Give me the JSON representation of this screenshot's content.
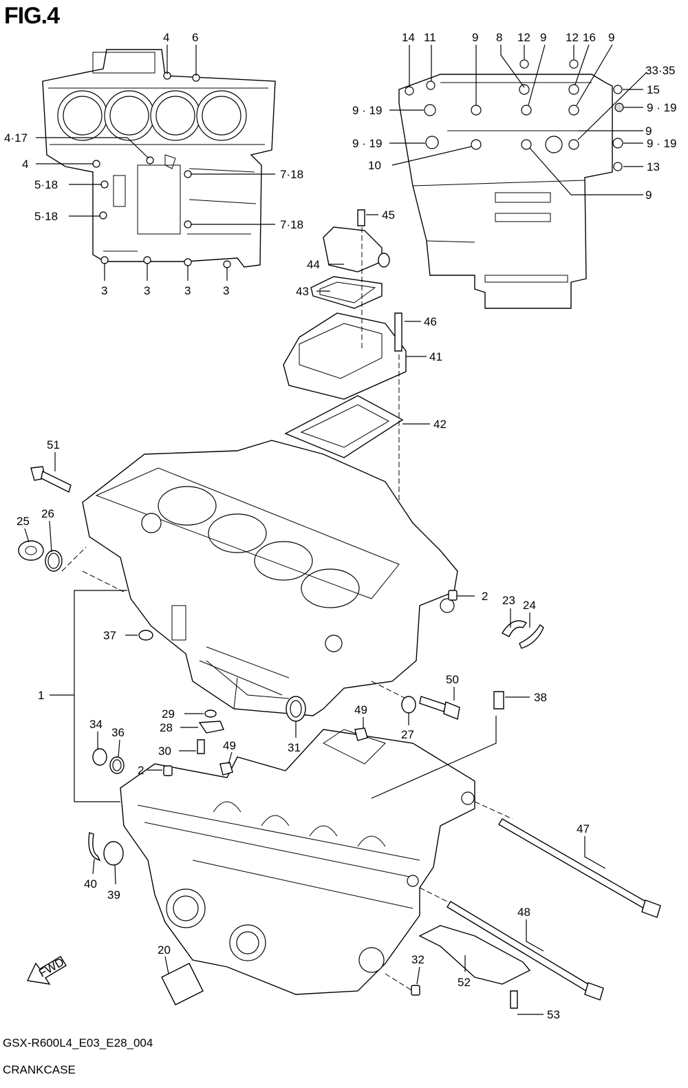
{
  "figure": {
    "title": "FIG.4",
    "code": "GSX-R600L4_E03_E28_004",
    "name": "CRANKCASE",
    "fwd_label": "FWD"
  },
  "callouts": [
    {
      "id": "c-4a",
      "text": "4"
    },
    {
      "id": "c-6",
      "text": "6"
    },
    {
      "id": "c-4-17",
      "text": "4·17"
    },
    {
      "id": "c-4b",
      "text": "4"
    },
    {
      "id": "c-5-18a",
      "text": "5·18"
    },
    {
      "id": "c-5-18b",
      "text": "5·18"
    },
    {
      "id": "c-7-18a",
      "text": "7·18"
    },
    {
      "id": "c-7-18b",
      "text": "7·18"
    },
    {
      "id": "c-3a",
      "text": "3"
    },
    {
      "id": "c-3b",
      "text": "3"
    },
    {
      "id": "c-3c",
      "text": "3"
    },
    {
      "id": "c-3d",
      "text": "3"
    },
    {
      "id": "c-14",
      "text": "14"
    },
    {
      "id": "c-11",
      "text": "11"
    },
    {
      "id": "c-9a",
      "text": "9"
    },
    {
      "id": "c-8",
      "text": "8"
    },
    {
      "id": "c-12a",
      "text": "12"
    },
    {
      "id": "c-9b",
      "text": "9"
    },
    {
      "id": "c-12b",
      "text": "12"
    },
    {
      "id": "c-16",
      "text": "16"
    },
    {
      "id": "c-9c",
      "text": "9"
    },
    {
      "id": "c-33-35",
      "text": "33·35"
    },
    {
      "id": "c-15",
      "text": "15"
    },
    {
      "id": "c-9-19a",
      "text": "9 · 19"
    },
    {
      "id": "c-9-19b",
      "text": "9 · 19"
    },
    {
      "id": "c-9-19c",
      "text": "9 · 19"
    },
    {
      "id": "c-9-19d",
      "text": "9 · 19"
    },
    {
      "id": "c-9d",
      "text": "9"
    },
    {
      "id": "c-10",
      "text": "10"
    },
    {
      "id": "c-13",
      "text": "13"
    },
    {
      "id": "c-9e",
      "text": "9"
    },
    {
      "id": "c-45",
      "text": "45"
    },
    {
      "id": "c-44",
      "text": "44"
    },
    {
      "id": "c-43",
      "text": "43"
    },
    {
      "id": "c-46",
      "text": "46"
    },
    {
      "id": "c-41",
      "text": "41"
    },
    {
      "id": "c-42",
      "text": "42"
    },
    {
      "id": "c-51",
      "text": "51"
    },
    {
      "id": "c-25",
      "text": "25"
    },
    {
      "id": "c-26",
      "text": "26"
    },
    {
      "id": "c-2a",
      "text": "2"
    },
    {
      "id": "c-23",
      "text": "23"
    },
    {
      "id": "c-24",
      "text": "24"
    },
    {
      "id": "c-37",
      "text": "37"
    },
    {
      "id": "c-50",
      "text": "50"
    },
    {
      "id": "c-38",
      "text": "38"
    },
    {
      "id": "c-1",
      "text": "1"
    },
    {
      "id": "c-29",
      "text": "29"
    },
    {
      "id": "c-28",
      "text": "28"
    },
    {
      "id": "c-49a",
      "text": "49"
    },
    {
      "id": "c-27",
      "text": "27"
    },
    {
      "id": "c-31",
      "text": "31"
    },
    {
      "id": "c-34",
      "text": "34"
    },
    {
      "id": "c-36",
      "text": "36"
    },
    {
      "id": "c-30",
      "text": "30"
    },
    {
      "id": "c-49b",
      "text": "49"
    },
    {
      "id": "c-2b",
      "text": "2"
    },
    {
      "id": "c-47",
      "text": "47"
    },
    {
      "id": "c-40",
      "text": "40"
    },
    {
      "id": "c-39",
      "text": "39"
    },
    {
      "id": "c-48",
      "text": "48"
    },
    {
      "id": "c-20",
      "text": "20"
    },
    {
      "id": "c-32",
      "text": "32"
    },
    {
      "id": "c-52",
      "text": "52"
    },
    {
      "id": "c-53",
      "text": "53"
    }
  ]
}
